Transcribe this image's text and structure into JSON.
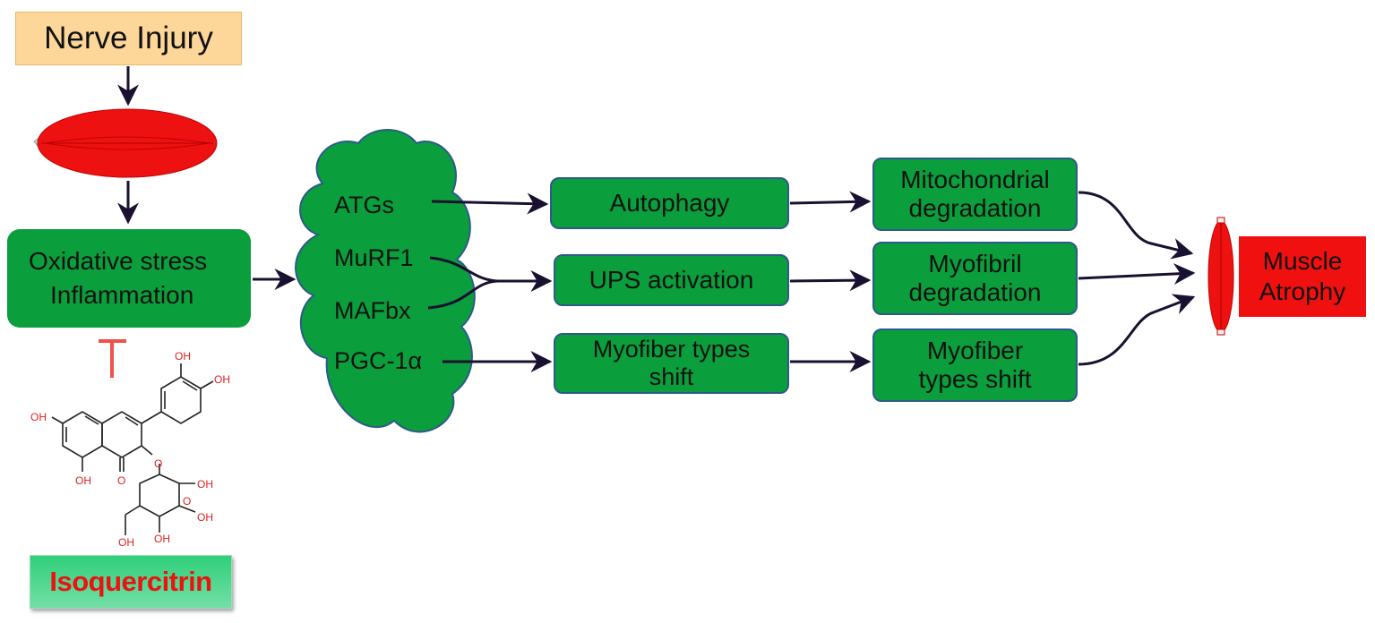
{
  "nerve_injury": "Nerve Injury",
  "oxidative": {
    "line1": "Oxidative stress",
    "line2": "Inflammation"
  },
  "genes": {
    "atgs": "ATGs",
    "murf1": "MuRF1",
    "mafbx": "MAFbx",
    "pgc": "PGC-1α"
  },
  "processes": {
    "autophagy": "Autophagy",
    "ups": "UPS activation",
    "myofiber_shift_1": "Myofiber types\nshift"
  },
  "outcomes": {
    "mitochondrial": "Mitochondrial\ndegradation",
    "myofibril": "Myofibril\ndegradation",
    "myofiber_shift_2": "Myofiber\ntypes shift"
  },
  "muscle_atrophy": "Muscle\nAtrophy",
  "compound": {
    "name": "Isoquercitrin",
    "oh": "OH",
    "o": "O"
  },
  "colors": {
    "box_green": "#0a9e3c",
    "muscle_red": "#ee1111",
    "nerve_box": "#fdd699",
    "inhibit_red": "#f0504a",
    "arrow": "#1a1030"
  }
}
